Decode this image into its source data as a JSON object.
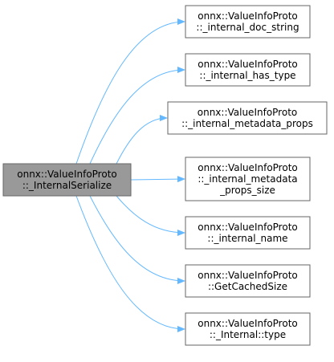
{
  "colors": {
    "edge": "#63b8ff",
    "node_fill": "#ffffff",
    "node_stroke": "#666666",
    "root_fill": "#999999",
    "text": "#000000"
  },
  "root": {
    "id": "root",
    "lines": [
      "onnx::ValueInfoProto",
      "::_InternalSerialize"
    ]
  },
  "callees": [
    {
      "id": "internal-doc-string",
      "lines": [
        "onnx::ValueInfoProto",
        "::_internal_doc_string"
      ]
    },
    {
      "id": "internal-has-type",
      "lines": [
        "onnx::ValueInfoProto",
        "::_internal_has_type"
      ]
    },
    {
      "id": "internal-metadata-props",
      "lines": [
        "onnx::ValueInfoProto",
        "::_internal_metadata_props"
      ]
    },
    {
      "id": "internal-metadata-props-size",
      "lines": [
        "onnx::ValueInfoProto",
        "::_internal_metadata",
        "_props_size"
      ]
    },
    {
      "id": "internal-name",
      "lines": [
        "onnx::ValueInfoProto",
        "::_internal_name"
      ]
    },
    {
      "id": "get-cached-size",
      "lines": [
        "onnx::ValueInfoProto",
        "::GetCachedSize"
      ]
    },
    {
      "id": "internal-type",
      "lines": [
        "onnx::ValueInfoProto",
        "::_Internal::type"
      ]
    }
  ],
  "edges": [
    {
      "from": "root",
      "to": "internal-doc-string"
    },
    {
      "from": "root",
      "to": "internal-has-type"
    },
    {
      "from": "root",
      "to": "internal-metadata-props"
    },
    {
      "from": "root",
      "to": "internal-metadata-props-size"
    },
    {
      "from": "root",
      "to": "internal-name"
    },
    {
      "from": "root",
      "to": "get-cached-size"
    },
    {
      "from": "root",
      "to": "internal-type"
    }
  ]
}
